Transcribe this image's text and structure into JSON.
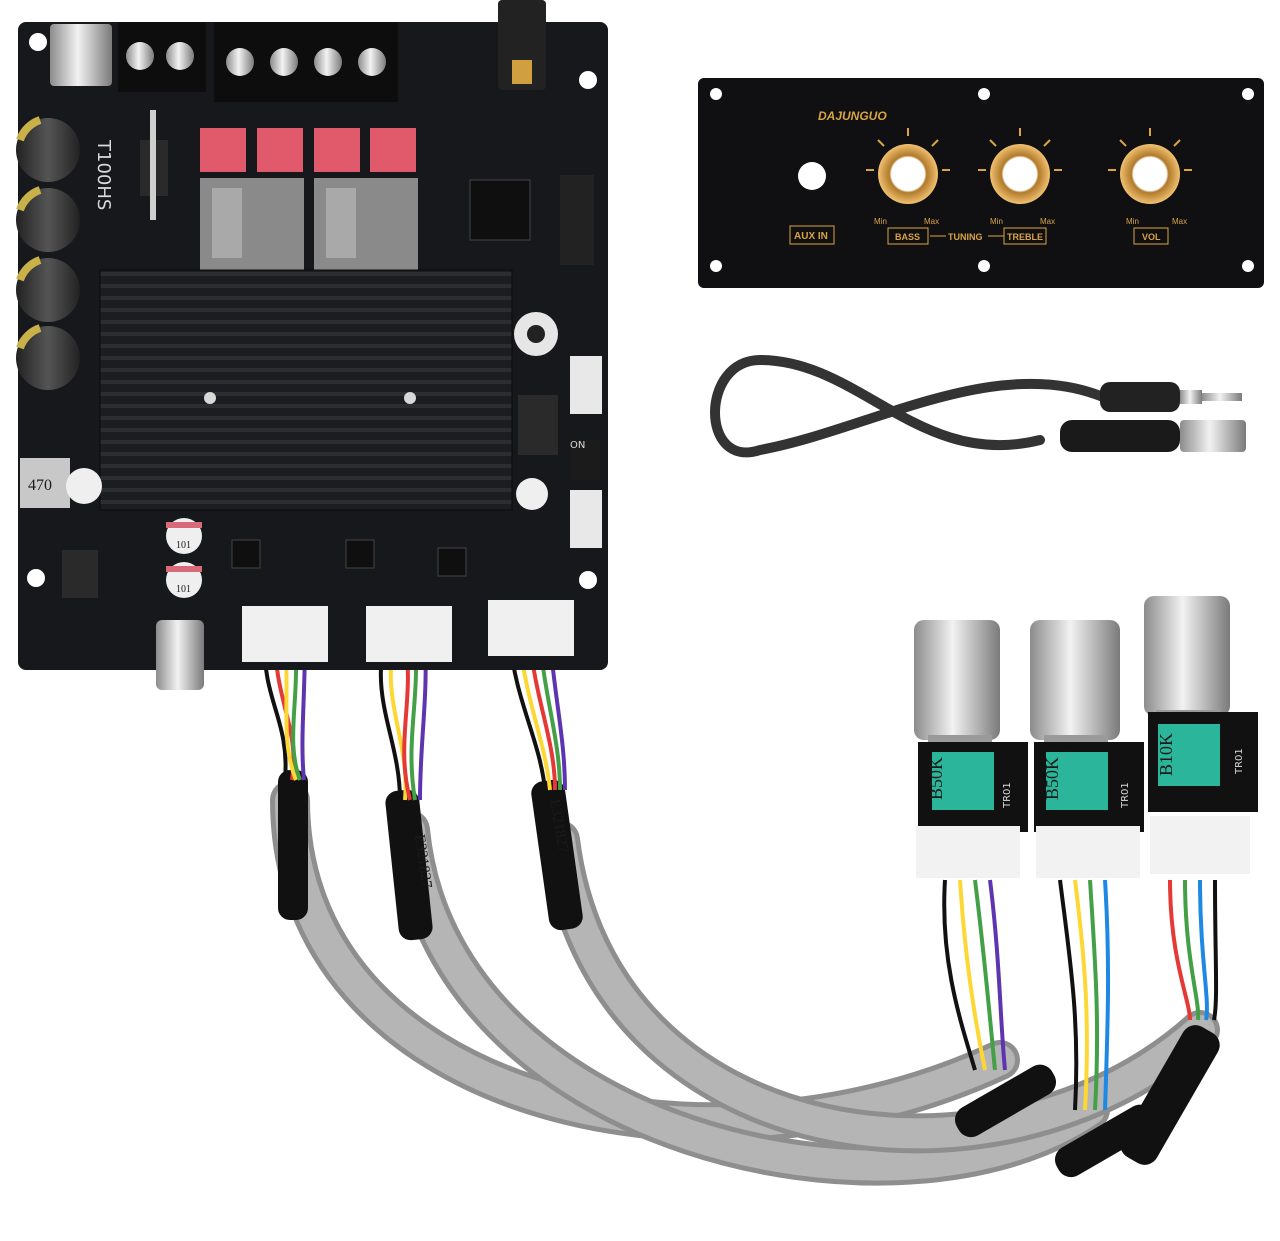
{
  "product_photo": {
    "amplifier_board": {
      "model_marking": "T100HS",
      "inductor_marking": "470",
      "cap_marking_1": "101",
      "cap_marking_2": "101",
      "switch_marking": "ON"
    },
    "control_panel": {
      "brand": "DAJUNGUO",
      "aux_label": "AUX IN",
      "bass_label": "BASS",
      "tuning_label": "TUNING",
      "treble_label": "TREBLE",
      "vol_label": "VOL",
      "min_label": "Min",
      "max_label": "Max"
    },
    "cables": {
      "cable_print_1": "E321827",
      "cable_print_2": "E321827"
    },
    "potentiometers": {
      "pot_1_value": "B50K",
      "pot_2_value": "B50K",
      "pot_3_value": "B10K",
      "pcb_label": "TR01"
    },
    "colors": {
      "board": "#17181b",
      "heatsink": "#1e1f22",
      "panel_gold": "#d9a441",
      "pot_green": "#2bb59a",
      "cable_grey": "#9a9a9a"
    }
  }
}
